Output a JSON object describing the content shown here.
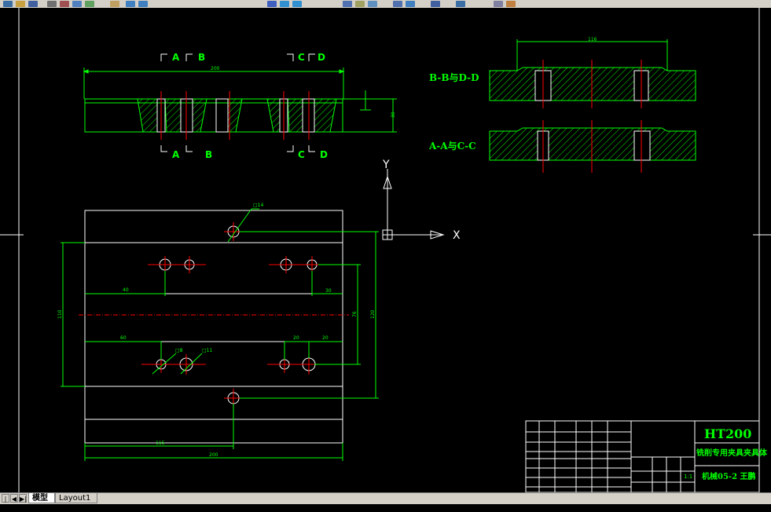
{
  "tabs": {
    "model": "模型",
    "layout1": "Layout1"
  },
  "colors": {
    "background": "#000000",
    "outline": "#00ff00",
    "centerline": "#ff0000",
    "dimension": "#00ff00",
    "text_label": "#00ff00",
    "white_line": "#ffffff",
    "ucs": "#ffffff"
  },
  "section_labels": {
    "bb_dd": "B-B与D-D",
    "aa_cc": "A-A与C-C"
  },
  "cut_markers": {
    "top": [
      "A",
      "B",
      "C",
      "D"
    ],
    "bottom": [
      "A",
      "B",
      "C",
      "D"
    ]
  },
  "dimensions": {
    "top_width": "200",
    "section_width": "116",
    "hole_dia_top": "□14",
    "hole_dia_small": "□8",
    "hole_dia_mid": "□11",
    "bottom_left_115": "115",
    "bottom_width_200": "200",
    "left_height": "110",
    "right_height": "120",
    "inner_height": "76",
    "dim_40": "40",
    "dim_60": "60",
    "dim_20a": "20",
    "dim_20b": "20",
    "dim_30": "30",
    "side_height": "30"
  },
  "ucs": {
    "x_label": "X",
    "y_label": "Y"
  },
  "title_block": {
    "material": "HT200",
    "drawing_name": "铣削专用夹具夹具体",
    "school": "机械05-2 王鹏",
    "scale": "1:1"
  }
}
